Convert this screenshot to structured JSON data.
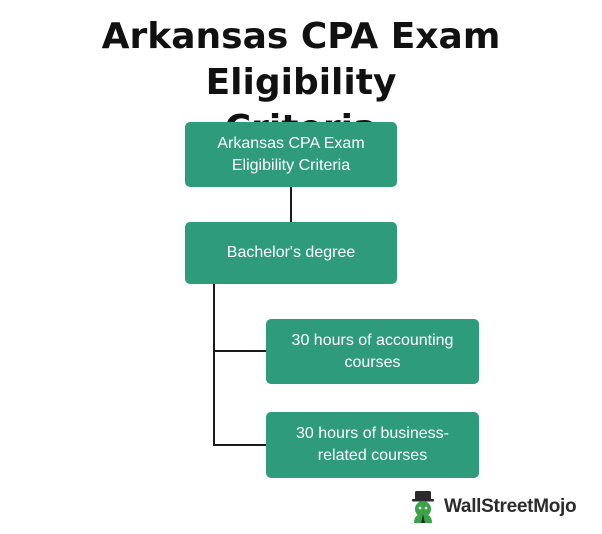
{
  "title": {
    "line1": "Arkansas CPA Exam Eligibility",
    "line2": "Criteria"
  },
  "diagram": {
    "root": {
      "line1": "Arkansas CPA Exam",
      "line2": "Eligibility Criteria"
    },
    "degree": {
      "label": "Bachelor's degree"
    },
    "children": [
      {
        "line1": "30 hours of accounting",
        "line2": "courses"
      },
      {
        "line1": "30 hours of business-",
        "line2": "related courses"
      }
    ]
  },
  "colors": {
    "box": "#2e9b7b",
    "box_text": "#ffffff",
    "connector": "#1a1a1a",
    "logo_green": "#3aa348"
  },
  "brand": {
    "name": "WallStreetMojo",
    "icon": "wallstreetmojo-logo-icon"
  }
}
